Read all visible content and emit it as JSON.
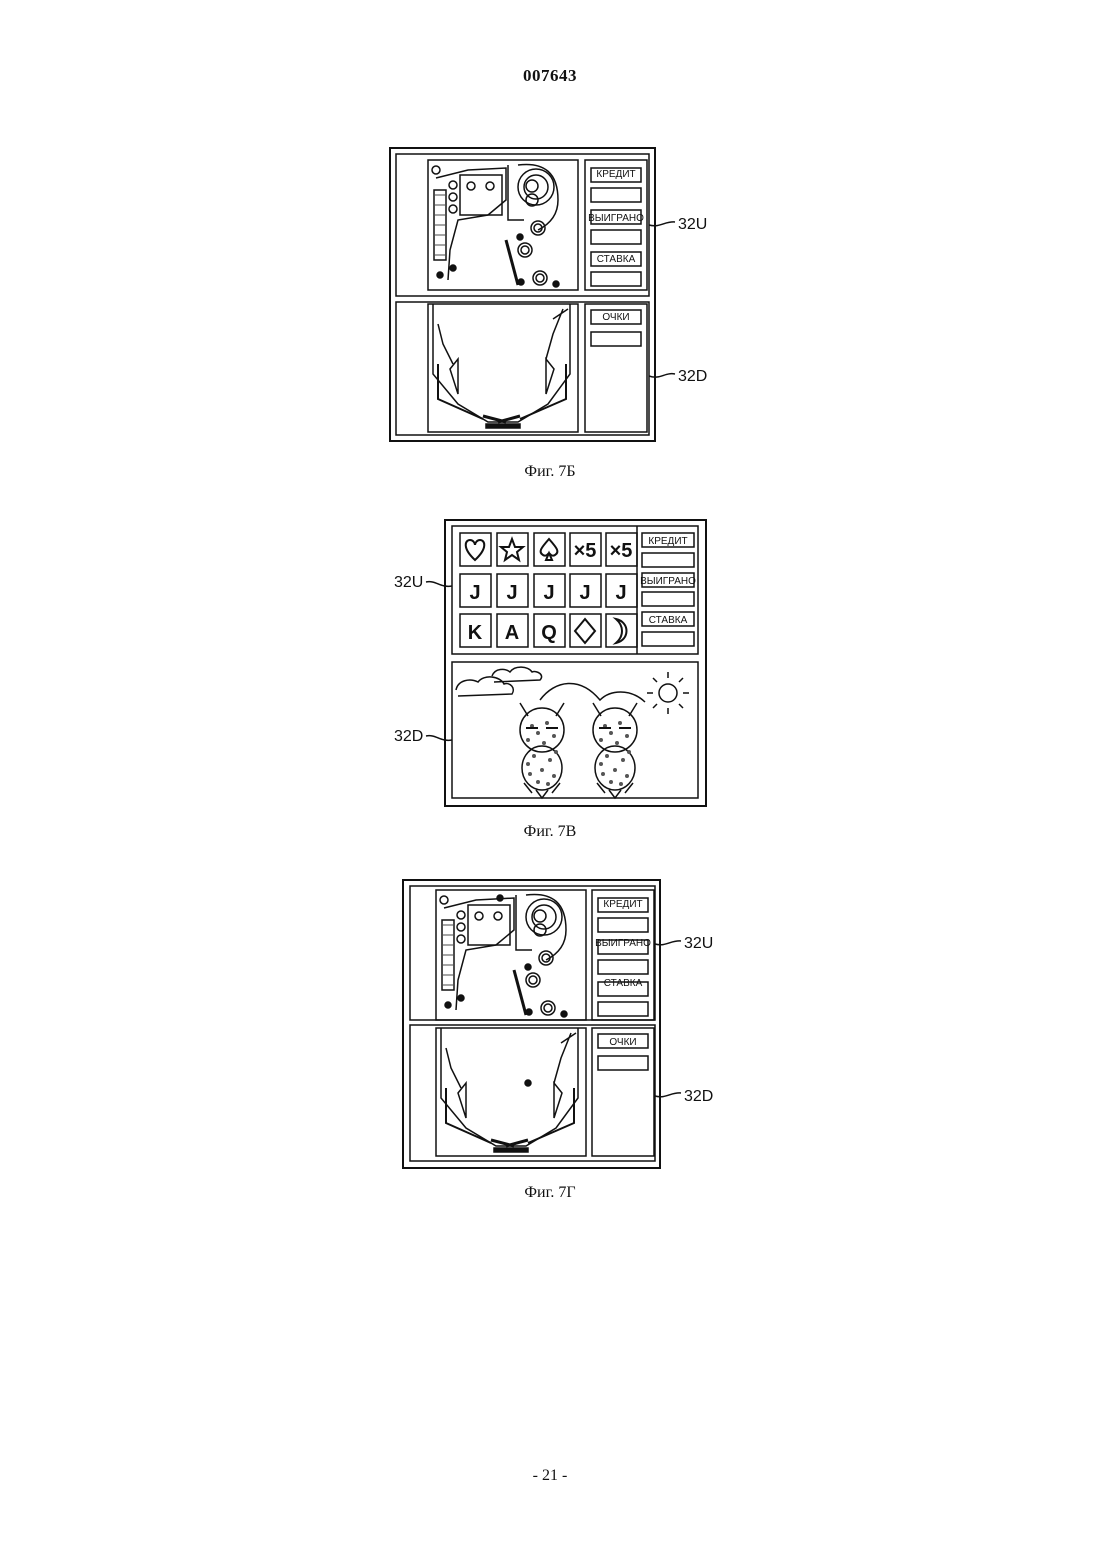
{
  "header": {
    "doc_number": "007643"
  },
  "figures": [
    {
      "caption": "Фиг. 7Б",
      "upper_ref": "32U",
      "lower_ref": "32D",
      "panel_labels": {
        "credit": "КРЕДИТ",
        "won": "ВЫИГРАНО",
        "bet": "СТАВКА",
        "points": "ОЧКИ"
      }
    },
    {
      "caption": "Фиг. 7В",
      "upper_ref": "32U",
      "lower_ref": "32D",
      "panel_labels": {
        "credit": "КРЕДИТ",
        "won": "ВЫИГРАНО",
        "bet": "СТАВКА"
      },
      "reels": [
        [
          "heart-icon",
          "star-icon",
          "spade-icon",
          "×5",
          "×5"
        ],
        [
          "J",
          "J",
          "J",
          "J",
          "J"
        ],
        [
          "K",
          "A",
          "Q",
          "diamond-icon",
          "moon-icon"
        ]
      ],
      "reel_texts": {
        "x5": "×5",
        "j": "J",
        "k": "K",
        "a": "A",
        "q": "Q"
      }
    },
    {
      "caption": "Фиг. 7Г",
      "upper_ref": "32U",
      "lower_ref": "32D",
      "panel_labels": {
        "credit": "КРЕДИТ",
        "won": "ВЫИГРАНО",
        "bet": "СТАВКА",
        "points": "ОЧКИ"
      }
    }
  ],
  "footer": {
    "page_number": "- 21 -"
  }
}
